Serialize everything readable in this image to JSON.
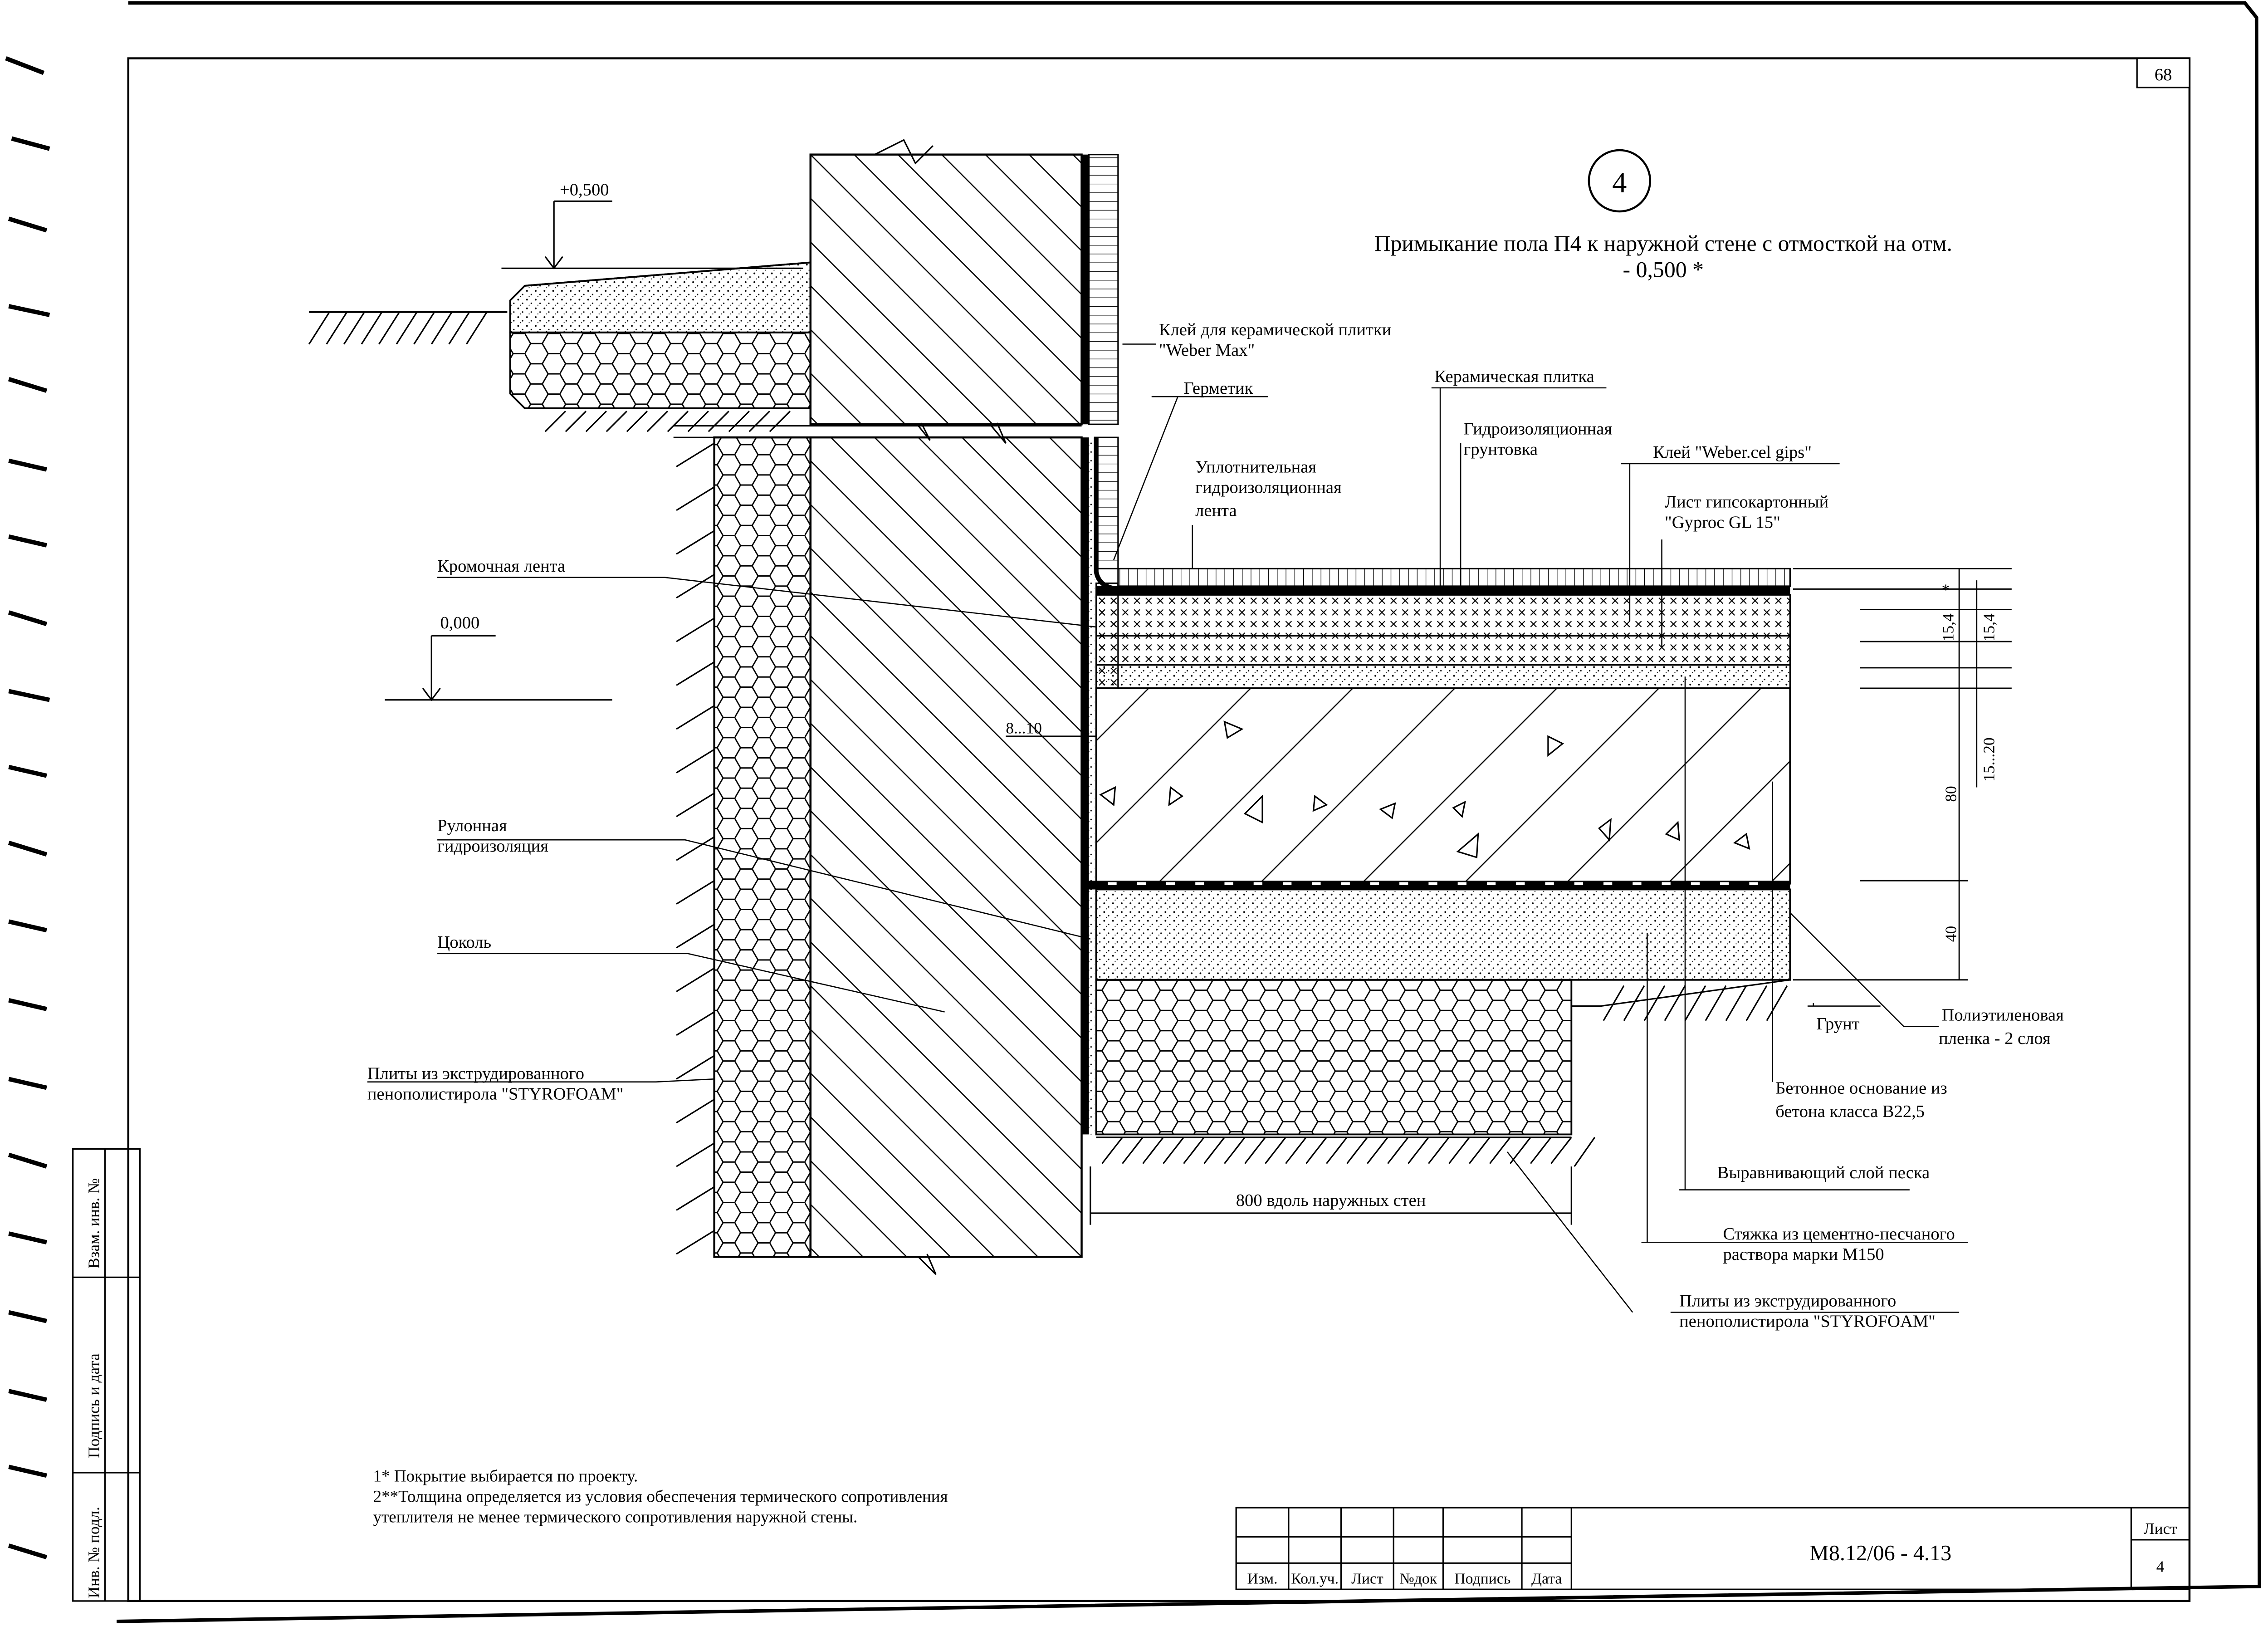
{
  "sheet": {
    "page_number": "68",
    "detail_number": "4",
    "title_line1": "Примыкание пола П4 к наружной стене с отмосткой на отм.",
    "title_line2": "- 0,500 *"
  },
  "levels": {
    "top": "+0,500",
    "zero": "0,000"
  },
  "labels": {
    "adhesive_tile_1": "Клей для керамической плитки",
    "adhesive_tile_2": "\"Weber Max\"",
    "sealant": "Герметик",
    "ceramic_tile": "Керамическая плитка",
    "primer_1": "Гидроизоляционная",
    "primer_2": "грунтовка",
    "sealing_tape_1": "Уплотнительная",
    "sealing_tape_2": "гидроизоляционная",
    "sealing_tape_3": "лента",
    "glue_gips": "Клей \"Weber.cel gips\"",
    "gypsum_1": "Лист гипсокартонный",
    "gypsum_2": "\"Gyproc GL 15\"",
    "edge_tape": "Кромочная лента",
    "roll_wp_1": "Рулонная",
    "roll_wp_2": "гидроизоляция",
    "plinth": "Цоколь",
    "styro_left_1": "Плиты из экструдированного",
    "styro_left_2": "пенополистирола \"STYROFOAM\"",
    "pe_film_1": "Полиэтиленовая",
    "pe_film_2": "пленка - 2 слоя",
    "soil": "Грунт",
    "concrete_1": "Бетонное основание из",
    "concrete_2": "бетона класса В22,5",
    "sand": "Выравнивающий слой песка",
    "screed_1": "Стяжка из цементно-песчаного",
    "screed_2": "раствора марки М150",
    "styro_right_1": "Плиты из экструдированного",
    "styro_right_2": "пенополистирола \"STYROFOAM\"",
    "width_800": "800 вдоль наружных стен",
    "gap": "8...10"
  },
  "dimensions": {
    "d1": "15,4",
    "d1_star": "*",
    "d2": "15,4",
    "d3": "15...20",
    "d4": "80",
    "d5": "40"
  },
  "notes": {
    "n1": "1*  Покрытие выбирается по проекту.",
    "n2": "2**Толщина определяется из условия обеспечения термического сопротивления",
    "n3": "утеплителя не менее термического сопротивления наружной стены."
  },
  "side_stamp": {
    "vzam": "Взам. инв. №",
    "podpis": "Подпись и дата",
    "inv": "Инв. № подл."
  },
  "title_block": {
    "cols": [
      "Изм.",
      "Кол.уч.",
      "Лист",
      "№док",
      "Подпись",
      "Дата"
    ],
    "code": "М8.12/06 - 4.13",
    "sheet_label": "Лист",
    "sheet_no": "4"
  }
}
